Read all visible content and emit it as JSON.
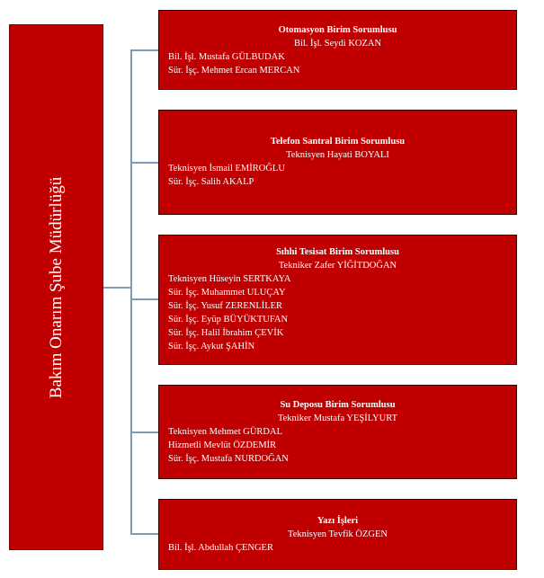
{
  "root": {
    "title": "Bakım Onarım Şube Müdürlüğü"
  },
  "units": [
    {
      "title": "Otomasyon Birim Sorumlusu",
      "head": "Bil. İşl. Seydi KOZAN",
      "members": [
        "Bil. İşl. Mustafa GÜLBUDAK",
        "Sür. İşç. Mehmet Ercan MERCAN"
      ]
    },
    {
      "title": "Telefon Santral Birim Sorumlusu",
      "head": "Teknisyen Hayati BOYALI",
      "members": [
        "Teknisyen İsmail EMİROĞLU",
        "Sür. İşç. Salih AKALP"
      ]
    },
    {
      "title": "Sıhhi Tesisat Birim Sorumlusu",
      "head": "Tekniker Zafer YİĞİTDOĞAN",
      "members": [
        "Teknisyen Hüseyin SERTKAYA",
        "Sür. İşç. Muhammet ULUÇAY",
        "Sür. İşç. Yusuf ZERENLİLER",
        "Sür. İşç. Eyüp BÜYÜKTUFAN",
        "Sür. İşç. Halil İbrahim ÇEVİK",
        "Sür. İşç. Aykut ŞAHİN"
      ]
    },
    {
      "title": "Su Deposu Birim Sorumlusu",
      "head": "Tekniker Mustafa YEŞİLYURT",
      "members": [
        "Teknisyen Mehmet GÜRDAL",
        "Hizmetli Mevlüt ÖZDEMİR",
        "Sür. İşç. Mustafa NURDOĞAN"
      ]
    },
    {
      "title": "Yazı İşleri",
      "head": "Teknisyen Tevfik ÖZGEN",
      "members": [
        "Bil. İşl. Abdullah ÇENGER"
      ]
    }
  ]
}
